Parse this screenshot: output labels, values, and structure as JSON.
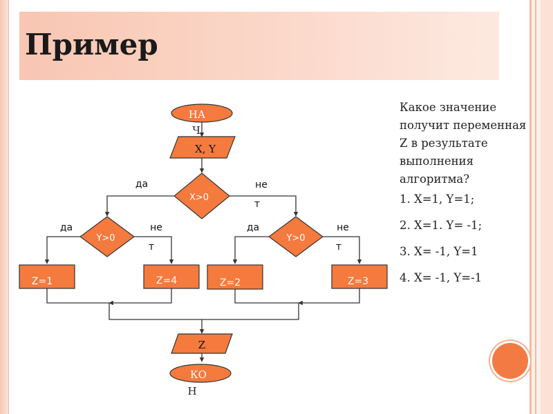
{
  "slide": {
    "title": "Пример"
  },
  "flowchart": {
    "start": [
      "НА",
      "Ч"
    ],
    "input": "X, Y",
    "cond_main": "X>0",
    "cond_left": "Y>0",
    "cond_right": "Y>0",
    "yes": "да",
    "no": [
      "не",
      "т"
    ],
    "z1": "Z=1",
    "z4": "Z=4",
    "z2": "Z=2",
    "z3": "Z=3",
    "output": "Z",
    "end": [
      "КО",
      "Н"
    ]
  },
  "question": {
    "text": "Какое значение получит переменная Z в результате выполнения алгоритма?",
    "options": [
      "1. X=1, Y=1;",
      "2. X=1. Y= -1;",
      "3. X= -1, Y=1",
      "4. X= -1, Y=-1"
    ]
  },
  "colors": {
    "block_fill": "#f47a3e",
    "block_stroke": "#333333",
    "accent": "#f47a44"
  }
}
